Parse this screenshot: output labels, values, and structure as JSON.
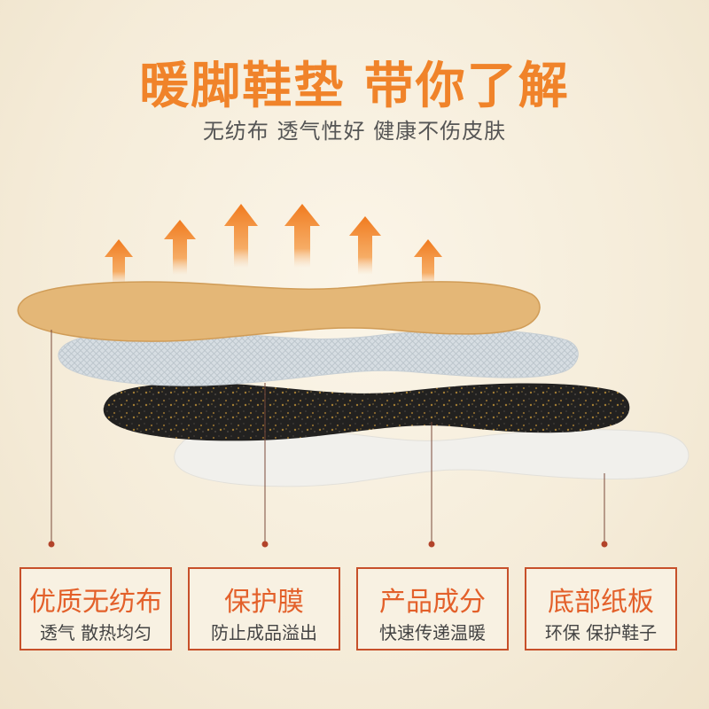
{
  "header": {
    "title": "暖脚鞋垫 带你了解",
    "subtitle": "无纺布 透气性好 健康不伤皮肤"
  },
  "cards": [
    {
      "title": "优质无纺布",
      "desc": "透气 散热均匀"
    },
    {
      "title": "保护膜",
      "desc": "防止成品溢出"
    },
    {
      "title": "产品成分",
      "desc": "快速传递温暖"
    },
    {
      "title": "底部纸板",
      "desc": "环保 保护鞋子"
    }
  ],
  "colors": {
    "accent": "#f0832a",
    "card_border": "#c7502a",
    "background": "#f6eedd"
  }
}
